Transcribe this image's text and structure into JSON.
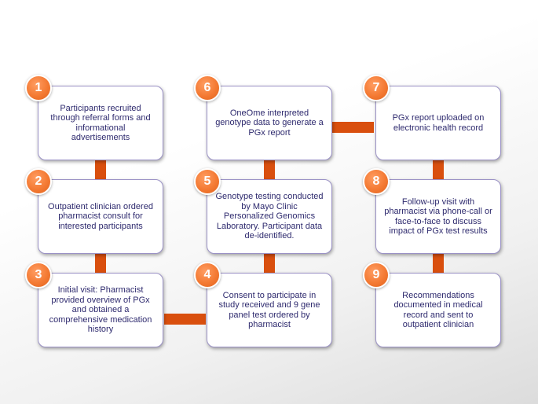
{
  "steps": [
    {
      "number": "1",
      "text": "Participants recruited through referral forms and informational advertisements"
    },
    {
      "number": "2",
      "text": "Outpatient clinician ordered pharmacist consult for interested participants"
    },
    {
      "number": "3",
      "text": "Initial visit: Pharmacist provided overview of PGx and obtained a comprehensive medication history"
    },
    {
      "number": "4",
      "text": "Consent to participate in study received and 9 gene panel test ordered by pharmacist"
    },
    {
      "number": "5",
      "text": "Genotype testing conducted by Mayo Clinic Personalized Genomics Laboratory. Participant data de-identified."
    },
    {
      "number": "6",
      "text": "OneOme interpreted genotype data to generate a PGx report"
    },
    {
      "number": "7",
      "text": "PGx report uploaded on electronic health record"
    },
    {
      "number": "8",
      "text": "Follow-up visit with pharmacist via phone-call or face-to-face to discuss impact of PGx test results"
    },
    {
      "number": "9",
      "text": "Recommendations documented in medical record and sent to outpatient clinician"
    }
  ],
  "colors": {
    "connector": "#d94f0e",
    "badge": "#f47a33",
    "text": "#2e2a6e",
    "border": "#9b92c6"
  }
}
